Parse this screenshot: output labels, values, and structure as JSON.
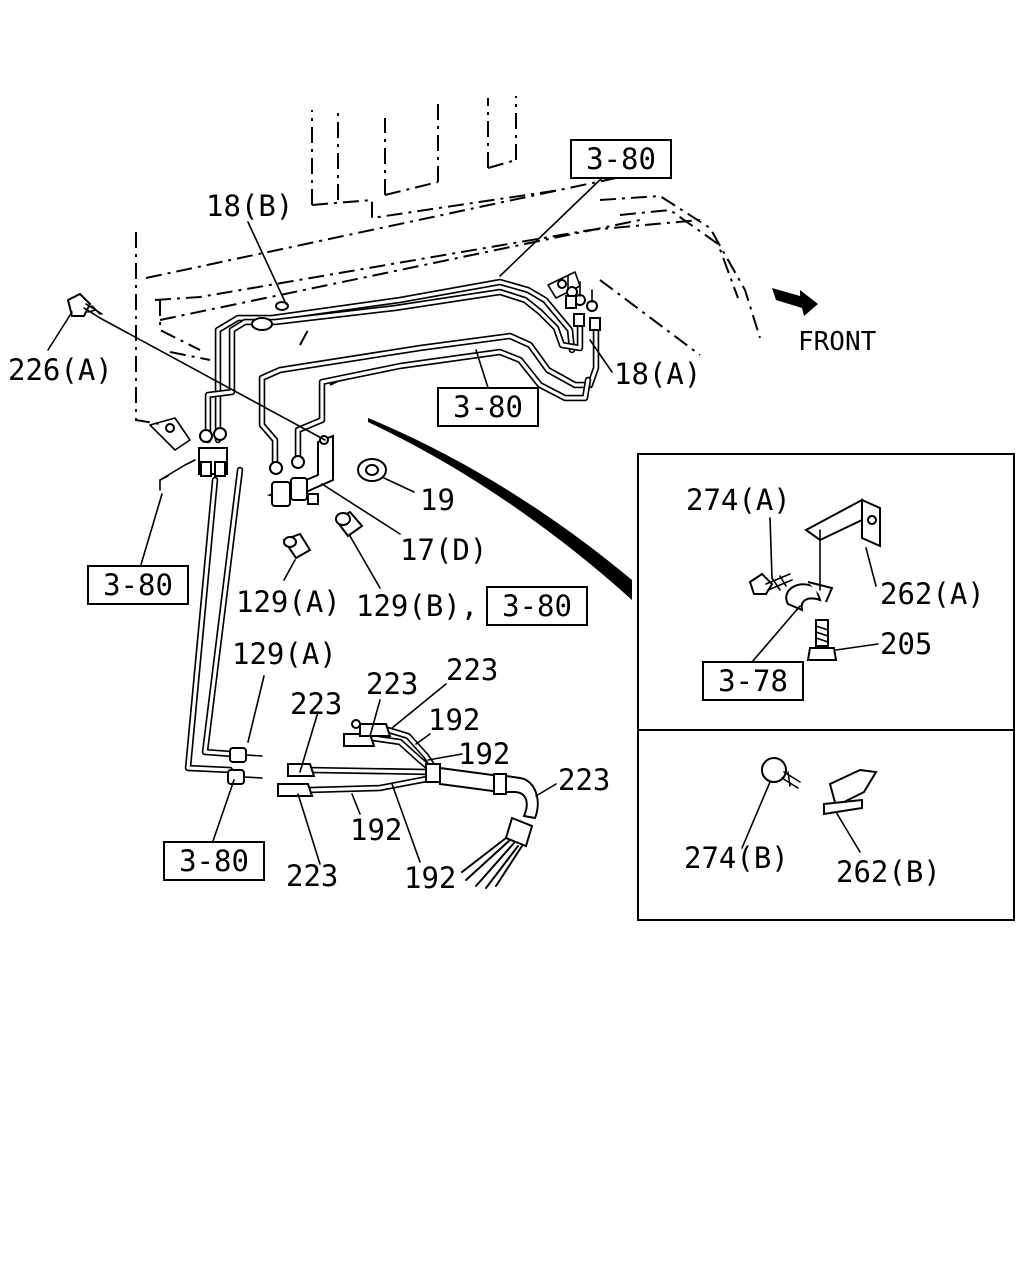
{
  "labels": {
    "l_18b": "18(B)",
    "l_226a": "226(A)",
    "l_18a": "18(A)",
    "l_front": "FRONT",
    "l_19": "19",
    "l_17d": "17(D)",
    "l_129a_top": "129(A)",
    "l_129b": "129(B),",
    "l_129a_mid": "129(A)",
    "l_223_a": "223",
    "l_223_b": "223",
    "l_223_c": "223",
    "l_223_d": "223",
    "l_223_e": "223",
    "l_192_a": "192",
    "l_192_b": "192",
    "l_192_c": "192",
    "l_192_d": "192",
    "l_274a": "274(A)",
    "l_262a": "262(A)",
    "l_205": "205",
    "l_274b": "274(B)",
    "l_262b": "262(B)"
  },
  "refs": {
    "r_380_top": "3-80",
    "r_380_mid": "3-80",
    "r_380_left": "3-80",
    "r_380_right": "3-80",
    "r_380_bottom": "3-80",
    "r_378": "3-78"
  }
}
